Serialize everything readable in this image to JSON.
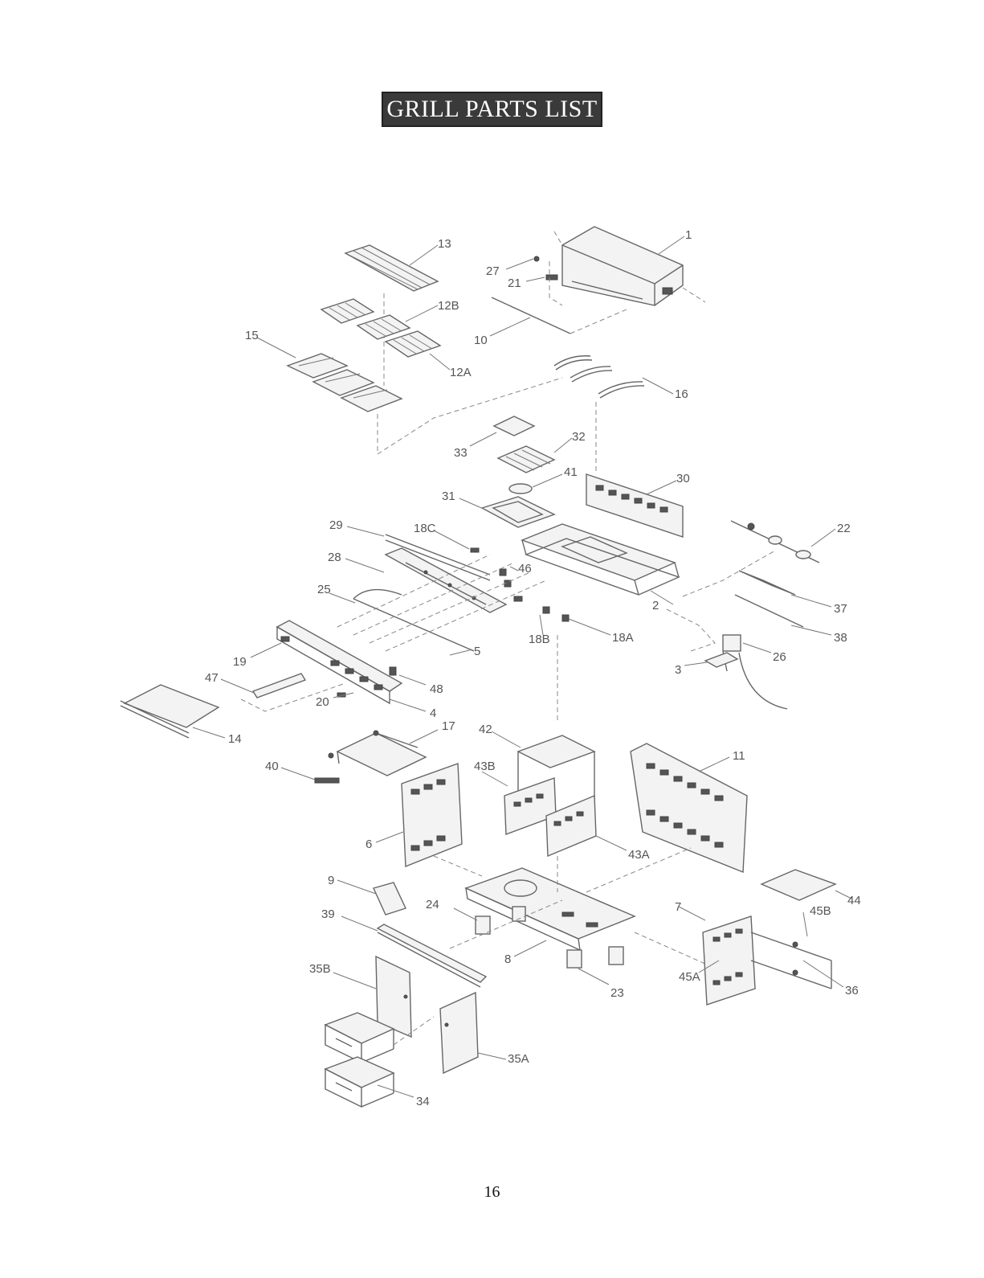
{
  "page": {
    "title": "GRILL PARTS LIST",
    "page_number": "16"
  },
  "parts": {
    "p1": "1",
    "p2": "2",
    "p3": "3",
    "p4": "4",
    "p5": "5",
    "p6": "6",
    "p7": "7",
    "p8": "8",
    "p9": "9",
    "p10": "10",
    "p11": "11",
    "p12a": "12A",
    "p12b": "12B",
    "p13": "13",
    "p14": "14",
    "p15": "15",
    "p16": "16",
    "p17": "17",
    "p18a": "18A",
    "p18b": "18B",
    "p18c": "18C",
    "p19": "19",
    "p20": "20",
    "p21": "21",
    "p22": "22",
    "p23": "23",
    "p24": "24",
    "p25": "25",
    "p26": "26",
    "p27": "27",
    "p28": "28",
    "p29": "29",
    "p30": "30",
    "p31": "31",
    "p32": "32",
    "p33": "33",
    "p34": "34",
    "p35a": "35A",
    "p35b": "35B",
    "p36": "36",
    "p37": "37",
    "p38": "38",
    "p39": "39",
    "p40": "40",
    "p41": "41",
    "p42": "42",
    "p43a": "43A",
    "p43b": "43B",
    "p44": "44",
    "p45a": "45A",
    "p45b": "45B",
    "p46": "46",
    "p47": "47",
    "p48": "48"
  }
}
